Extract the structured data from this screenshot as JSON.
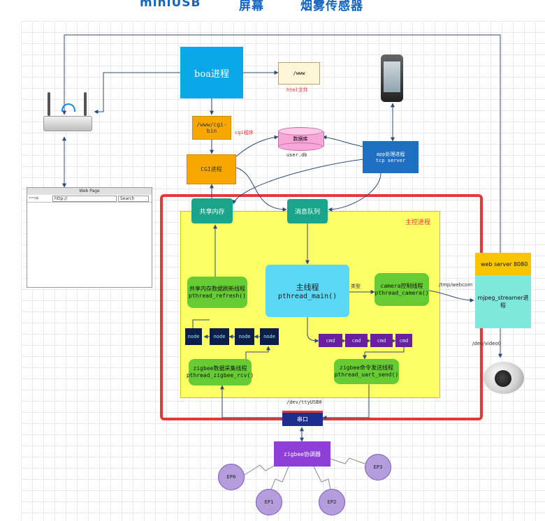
{
  "header": {
    "items": [
      "miniUSB",
      "屏幕",
      "烟雾传感器"
    ]
  },
  "boxes": {
    "boa": "boa进程",
    "www": "/www",
    "html_label": "html文件",
    "cgi_bin": "/www/cgi-bin",
    "cgi_label": "cgi程序",
    "db": "数据库",
    "db_file": "user.db",
    "cgi_proc": "CGI进程",
    "app_proc_line1": "app处理进程",
    "app_proc_line2": "tcp server",
    "shm": "共享内存",
    "msgq": "消息队列",
    "master_label": "主控进程",
    "main_line1": "主线程",
    "main_line2": "pthread_main()",
    "type_label": "类型",
    "camera_line1": "camera控制线程",
    "camera_line2": "pthread_camera()",
    "refresh_line1": "共享内存数据刷新线程",
    "refresh_line2": "pthread_refresh()",
    "rcv_line1": "zigbee数据采集线程",
    "rcv_line2": "pthread_zigbee_rcv()",
    "send_line1": "zigbee命令发送线程",
    "send_line2": "pthread_uart_send()",
    "node": "node",
    "cmd": "cmd",
    "tty": "/dev/ttyUSB0",
    "serial": "串口",
    "coordinator": "zigbee协调器",
    "ep0": "EP0",
    "ep1": "EP1",
    "ep2": "EP2",
    "ep3": "EP3",
    "webserver": "web server  8080",
    "mjpeg": "mjpeg_streamer进程",
    "tmp_webcom": "/tmp/webcom",
    "dev_video": "/dev/video0",
    "webpage_title": "Web Page",
    "webpage_url": "http://",
    "webpage_search": "Search"
  },
  "colors": {
    "boa": "#0aa8e8",
    "app": "#1e6fc2",
    "main": "#5bd8f5",
    "master_bg": "#ffff66",
    "highlight": "#e53935",
    "coordinator": "#8e3fd8",
    "mjpeg": "#7ee8dc",
    "webserver": "#f7c600"
  }
}
